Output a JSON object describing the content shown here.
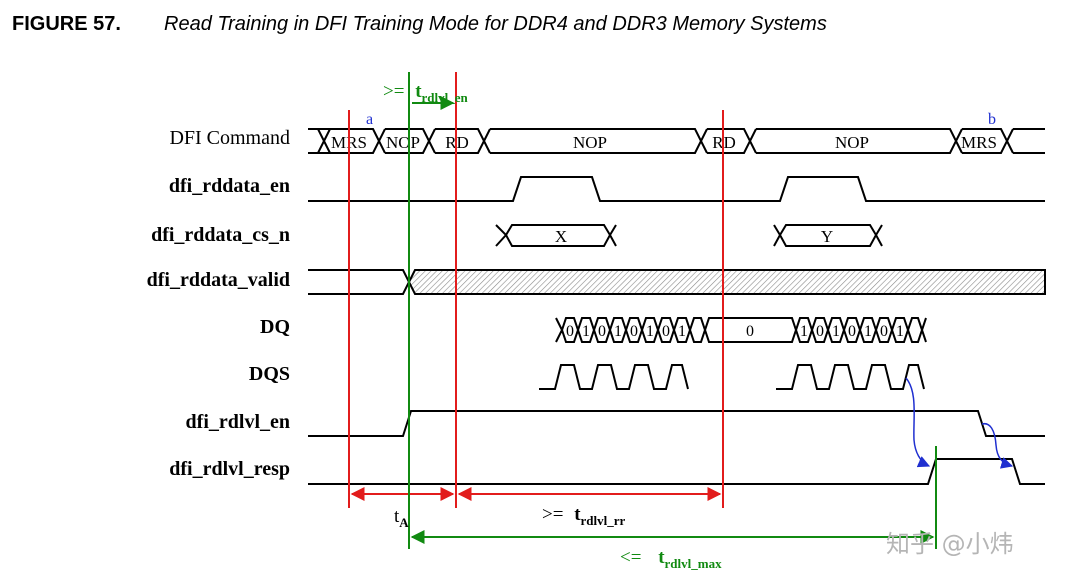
{
  "figure": {
    "label": "FIGURE 57.",
    "title": "Read Training in DFI Training Mode for DDR4 and DDR3 Memory Systems"
  },
  "signals": {
    "dfi_command": "DFI Command",
    "rddata_en": "dfi_rddata_en",
    "rddata_cs_n": "dfi_rddata_cs_n",
    "rddata_valid": "dfi_rddata_valid",
    "dq": "DQ",
    "dqs": "DQS",
    "rdlvl_en": "dfi_rdlvl_en",
    "rdlvl_resp": "dfi_rdlvl_resp"
  },
  "commands": {
    "mrs": "MRS",
    "nop1": "NOP",
    "rd1": "RD",
    "nop2": "NOP",
    "rd2": "RD",
    "nop3": "NOP",
    "mrs2": "MRS"
  },
  "markers": {
    "a": "a",
    "b": "b"
  },
  "cs_values": {
    "x": "X",
    "y": "Y"
  },
  "dq_bits": {
    "burst1": [
      "0",
      "1",
      "0",
      "1",
      "0",
      "1",
      "0",
      "1"
    ],
    "gap": "0",
    "burst2": [
      "1",
      "0",
      "1",
      "0",
      "1",
      "0",
      "1"
    ]
  },
  "annotations": {
    "trdlvl_en_op": ">=",
    "trdlvl_en_t": "t",
    "trdlvl_en_sub": "rdlvl_en",
    "ta_t": "t",
    "ta_sub": "A",
    "trdlvl_rr_op": ">=",
    "trdlvl_rr_t": "t",
    "trdlvl_rr_sub": "rdlvl_rr",
    "trdlvl_max_op": "<=",
    "trdlvl_max_t": "t",
    "trdlvl_max_sub": "rdlvl_max"
  },
  "watermark": "知乎 @小炜",
  "colors": {
    "waveform": "#000000",
    "red_markers": "#e21c1c",
    "green_markers": "#118a11",
    "blue_markers": "#1f2fd0",
    "hatch": "#8a8a8a"
  }
}
